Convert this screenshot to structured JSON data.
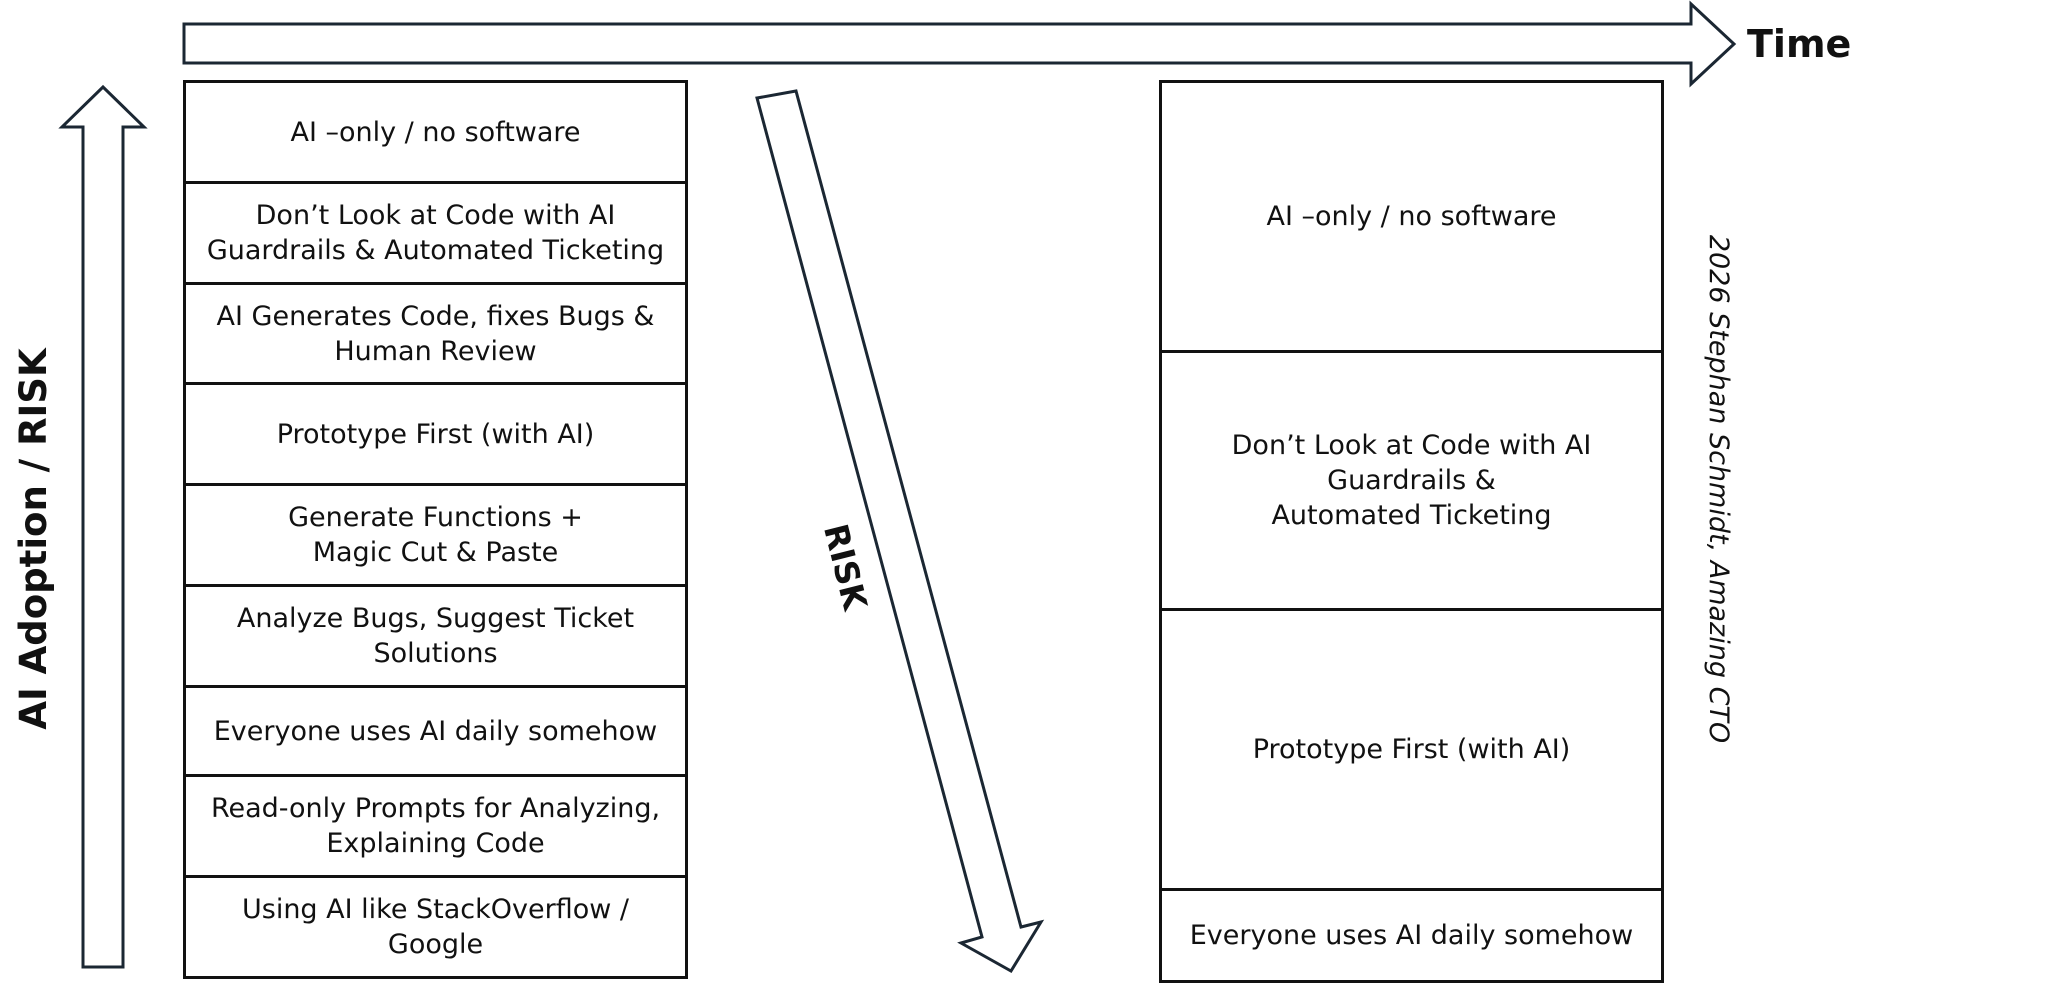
{
  "labels": {
    "time": "Time",
    "vertical_axis": "AI Adoption / RISK",
    "risk": "RISK",
    "credit": "2026 Stephan Schmidt, Amazing CTO"
  },
  "left_stack": [
    "AI –only  / no software",
    "Don’t Look at Code with AI\nGuardrails & Automated Ticketing",
    "AI Generates Code, fixes Bugs &\nHuman Review",
    "Prototype First (with AI)",
    "Generate Functions +\nMagic Cut & Paste",
    "Analyze Bugs, Suggest Ticket\nSolutions",
    "Everyone uses AI daily somehow",
    "Read-only Prompts for Analyzing,\nExplaining Code",
    "Using AI like StackOverflow /\nGoogle"
  ],
  "right_stack": [
    "AI –only  / no software",
    "Don’t Look at Code with AI\nGuardrails &\nAutomated Ticketing",
    "Prototype First (with AI)",
    "Everyone uses AI daily somehow"
  ],
  "colors": {
    "arrow_stroke": "#1b2733",
    "box_border": "#111111",
    "text": "#111111"
  }
}
